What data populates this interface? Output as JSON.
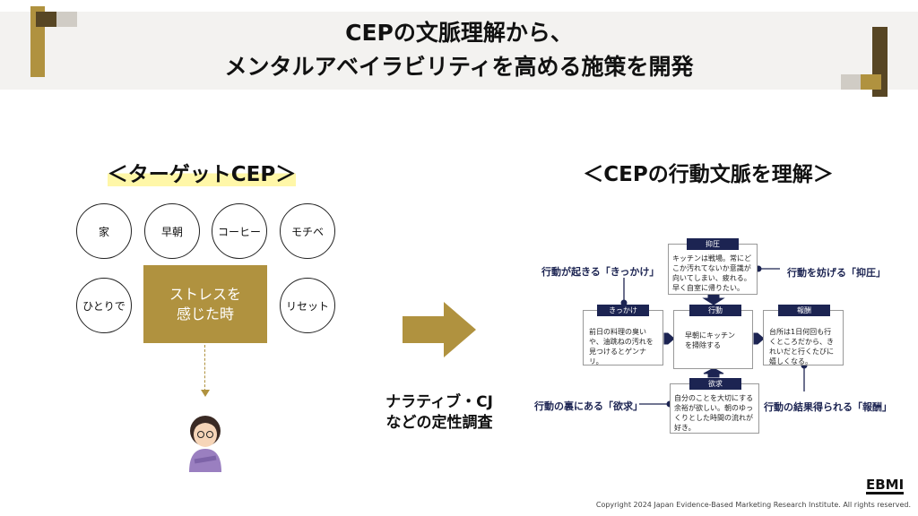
{
  "header": {
    "title_line1": "CEPの文脈理解から、",
    "title_line2": "メンタルアベイラビリティを高める施策を開発"
  },
  "left": {
    "heading": "＜ターゲットCEP＞",
    "circles": [
      "家",
      "早朝",
      "コーヒー",
      "モチベ",
      "ひとりで",
      "リセット"
    ],
    "center_line1": "ストレスを",
    "center_line2": "感じた時"
  },
  "middle": {
    "line1": "ナラティブ・CJ",
    "line2": "などの定性調査"
  },
  "right": {
    "heading": "＜CEPの行動文脈を理解＞",
    "boxes": {
      "suppression": {
        "label": "抑圧",
        "text": "キッチンは戦場。常にどこか汚れてないか意識が向いてしまい、疲れる。早く自室に帰りたい。"
      },
      "trigger": {
        "label": "きっかけ",
        "text": "前日の料理の臭いや、油跳ねの汚れを見つけるとゲンナリ。"
      },
      "action": {
        "label": "行動",
        "text": "早朝にキッチンを掃除する"
      },
      "reward": {
        "label": "報酬",
        "text": "台所は1日何回も行くところだから、きれいだと行くたびに嬉しくなる。"
      },
      "desire": {
        "label": "欲求",
        "text": "自分のことを大切にする余裕が欲しい。朝のゆっくりとした時間の流れが好き。"
      }
    },
    "callouts": {
      "trigger": "行動が起きる「きっかけ」",
      "suppression": "行動を妨げる「抑圧」",
      "desire": "行動の裏にある「欲求」",
      "reward": "行動の結果得られる「報酬」"
    }
  },
  "footer": {
    "logo": "EBMI",
    "copyright": "Copyright 2024 Japan Evidence-Based Marketing Research Institute. All rights reserved."
  },
  "colors": {
    "gold": "#b0923f",
    "dark": "#574624",
    "navy": "#1c2452"
  }
}
